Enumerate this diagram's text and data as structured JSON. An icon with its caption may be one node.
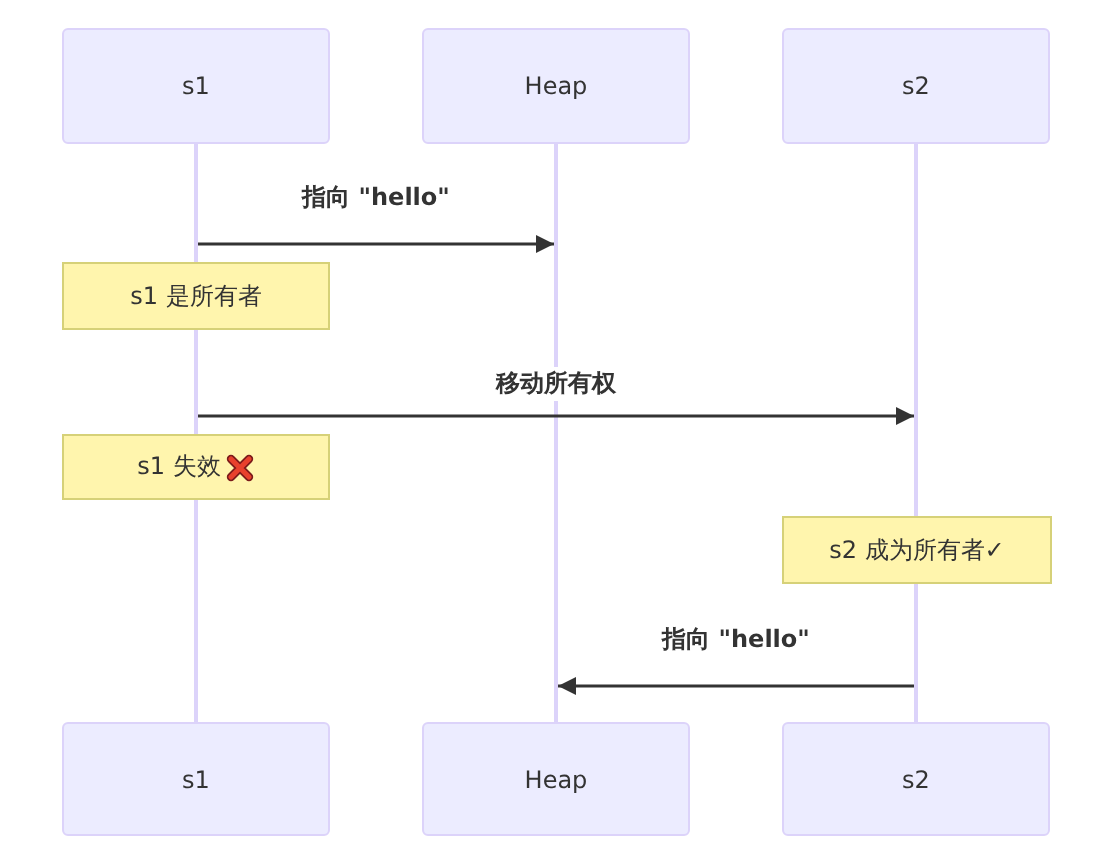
{
  "diagram": {
    "nodes": [
      {
        "text": [
          "s1"
        ]
      },
      {
        "text": [
          "Heap"
        ]
      },
      {
        "text": [
          "s2"
        ]
      },
      {
        "text": [],
        "shape": "line"
      },
      {
        "text": [],
        "shape": "line"
      },
      {
        "text": [],
        "shape": "line"
      },
      {
        "text": [
          "s1 是所有者"
        ]
      },
      {
        "text": [],
        "shape": "line"
      },
      {
        "text": [
          "s1 失效"
        ]
      },
      {
        "text": [],
        "shape": "line"
      },
      {
        "text": [
          "s2 成为所有者✓"
        ]
      },
      {
        "text": [],
        "shape": "line"
      },
      {
        "text": [
          "s1"
        ]
      },
      {
        "text": [
          "Heap"
        ]
      },
      {
        "text": [
          "s2"
        ]
      }
    ],
    "edges": [
      {
        "from": 3,
        "to": 4,
        "arrow": "to",
        "label": "指向 \"hello\""
      },
      {
        "from": 7,
        "to": 5,
        "arrow": "to",
        "label": "移动所有权"
      },
      {
        "from": 11,
        "to": 4,
        "arrow": "to",
        "label": "指向 \"hello\""
      }
    ]
  }
}
